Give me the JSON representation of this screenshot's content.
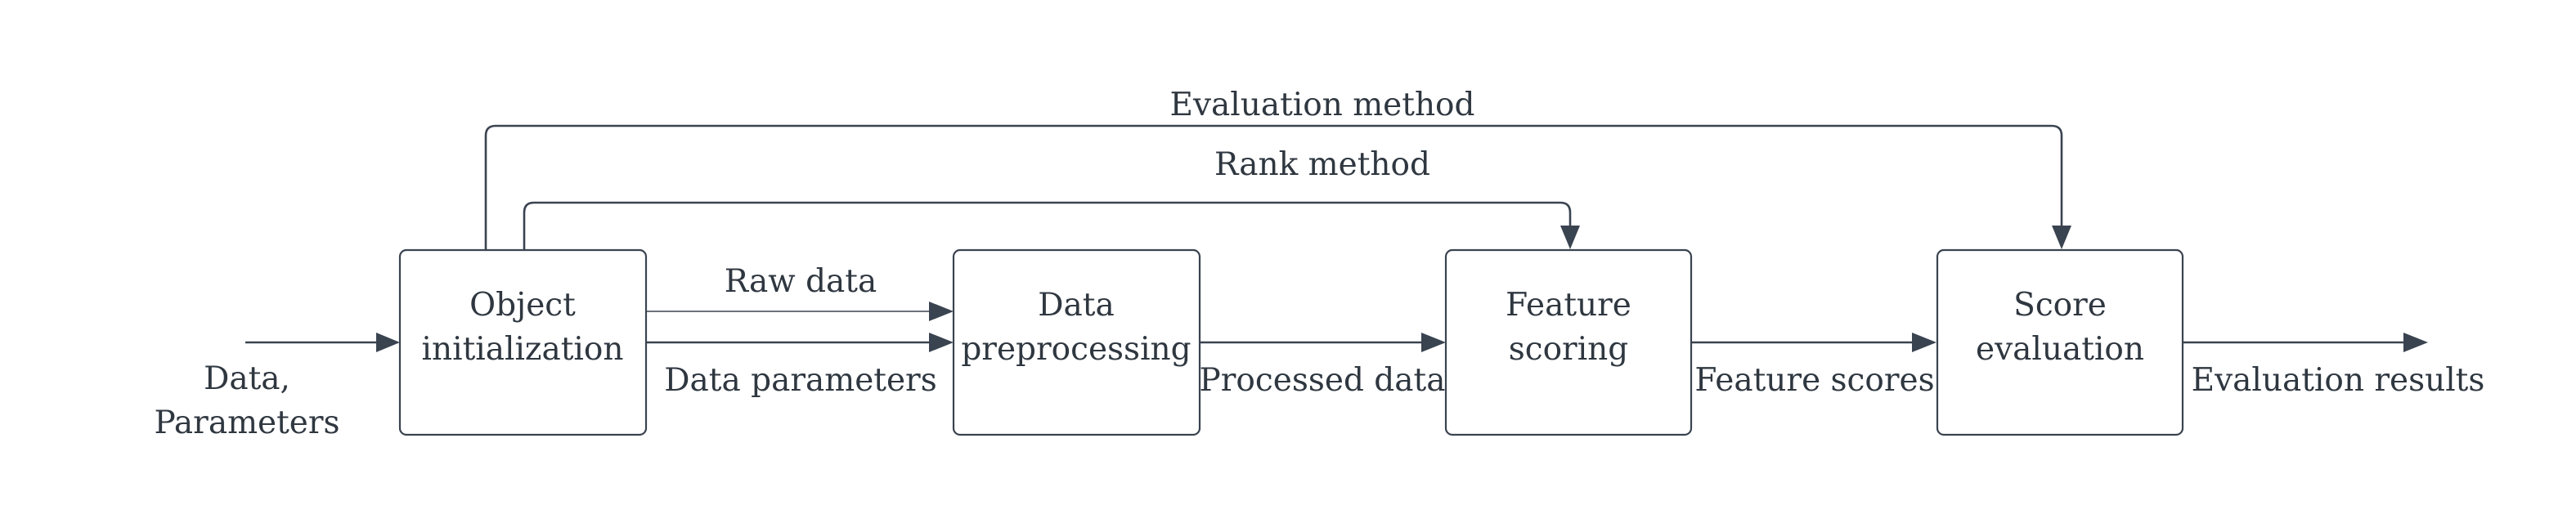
{
  "nodes": {
    "object_initialization": {
      "line1": "Object",
      "line2": "initialization"
    },
    "data_preprocessing": {
      "line1": "Data",
      "line2": "preprocessing"
    },
    "feature_scoring": {
      "line1": "Feature",
      "line2": "scoring"
    },
    "score_evaluation": {
      "line1": "Score",
      "line2": "evaluation"
    }
  },
  "edges": {
    "input": {
      "line1": "Data,",
      "line2": "Parameters"
    },
    "raw_data": "Raw data",
    "data_parameters": "Data parameters",
    "processed_data": "Processed data",
    "feature_scores": "Feature scores",
    "evaluation_results": "Evaluation results",
    "rank_method": "Rank method",
    "evaluation_method": "Evaluation method"
  },
  "colors": {
    "stroke": "#3a4350",
    "text": "#2f3740",
    "background": "#ffffff"
  }
}
